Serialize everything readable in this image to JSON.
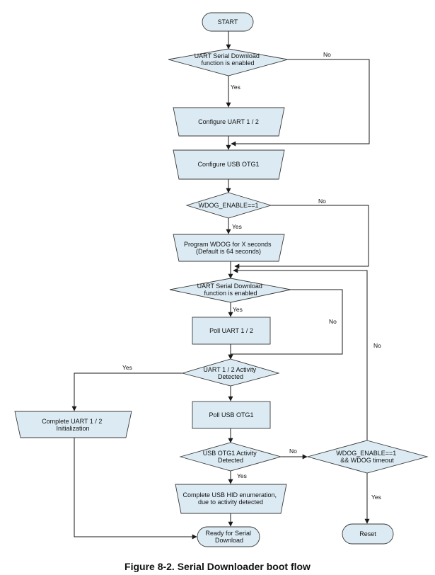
{
  "caption": "Figure 8-2. Serial Downloader boot flow",
  "nodes": {
    "start": "START",
    "uart_enabled_1": [
      "UART Serial Download",
      "function is enabled"
    ],
    "configure_uart": "Configure UART 1 / 2",
    "configure_usb": "Configure USB OTG1",
    "wdog_enable": "WDOG_ENABLE==1",
    "program_wdog": [
      "Program WDOG for X seconds",
      "(Default is 64 seconds)"
    ],
    "uart_enabled_2": [
      "UART Serial Download",
      "function is enabled"
    ],
    "poll_uart": "Poll UART 1 / 2",
    "uart_activity": [
      "UART 1 / 2 Activity",
      "Detected"
    ],
    "complete_uart": [
      "Complete UART 1 / 2",
      "Initialization"
    ],
    "poll_usb": "Poll USB OTG1",
    "usb_activity": [
      "USB OTG1 Activity",
      "Detected"
    ],
    "wdog_timeout": [
      "WDOG_ENABLE==1",
      "&& WDOG timeout"
    ],
    "complete_usb": [
      "Complete USB HID enumeration,",
      "due to activity detected"
    ],
    "ready": [
      "Ready for Serial",
      "Download"
    ],
    "reset": "Reset"
  },
  "edge_labels": {
    "no_uart_enabled_1": "No",
    "yes_uart_enabled_1": "Yes",
    "no_wdog_enable": "No",
    "yes_wdog_enable": "Yes",
    "yes_uart_enabled_2": "Yes",
    "no_uart_enabled_2": "No",
    "no_wdog_timeout_loop": "No",
    "yes_uart_activity": "Yes",
    "no_usb_activity": "No",
    "yes_usb_activity": "Yes",
    "yes_wdog_timeout": "Yes"
  },
  "colors": {
    "fill": "#dcebf3",
    "stroke": "#3a3a3a",
    "line": "#1a1a1a"
  }
}
